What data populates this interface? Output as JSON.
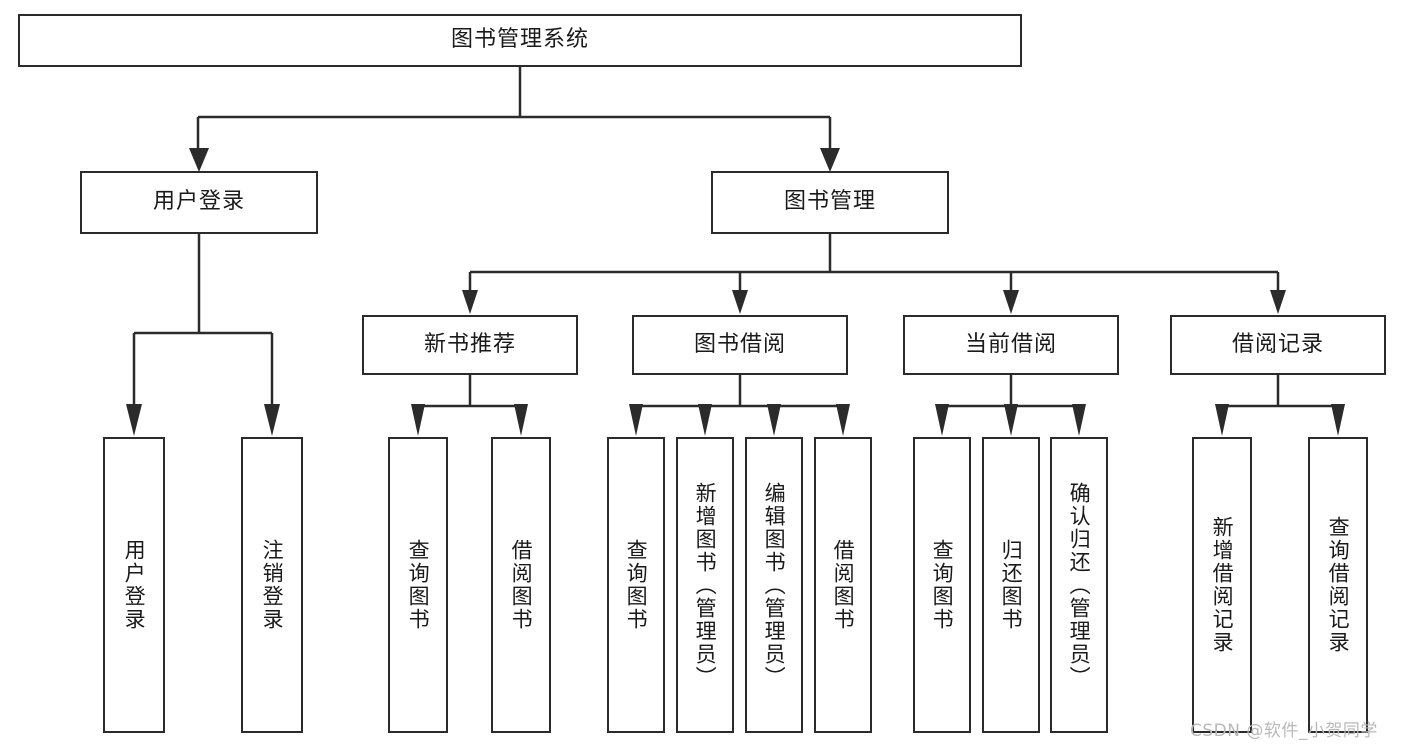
{
  "diagram": {
    "title": "图书管理系统",
    "type": "hierarchy-tree",
    "orientation": "top-down",
    "colors": {
      "stroke": "#2b2b2b",
      "fill": "#ffffff",
      "text": "#1a1a1a",
      "watermark": "#b9b9b9"
    },
    "root": {
      "label": "图书管理系统"
    },
    "level2": [
      {
        "label": "用户登录"
      },
      {
        "label": "图书管理"
      }
    ],
    "level3": [
      {
        "label": "新书推荐"
      },
      {
        "label": "图书借阅"
      },
      {
        "label": "当前借阅"
      },
      {
        "label": "借阅记录"
      }
    ],
    "leaves": {
      "user_login": [
        {
          "label": "用户登录"
        },
        {
          "label": "注销登录"
        }
      ],
      "new_book_recommend": [
        {
          "label": "查询图书"
        },
        {
          "label": "借阅图书"
        }
      ],
      "book_borrow": [
        {
          "label": "查询图书"
        },
        {
          "label": "新增图书（管理员）"
        },
        {
          "label": "编辑图书（管理员）"
        },
        {
          "label": "借阅图书"
        }
      ],
      "current_borrow": [
        {
          "label": "查询图书"
        },
        {
          "label": "归还图书"
        },
        {
          "label": "确认归还（管理员）"
        }
      ],
      "borrow_record": [
        {
          "label": "新增借阅记录"
        },
        {
          "label": "查询借阅记录"
        }
      ]
    }
  },
  "watermark": {
    "text": "CSDN @软件_小贺同学"
  }
}
